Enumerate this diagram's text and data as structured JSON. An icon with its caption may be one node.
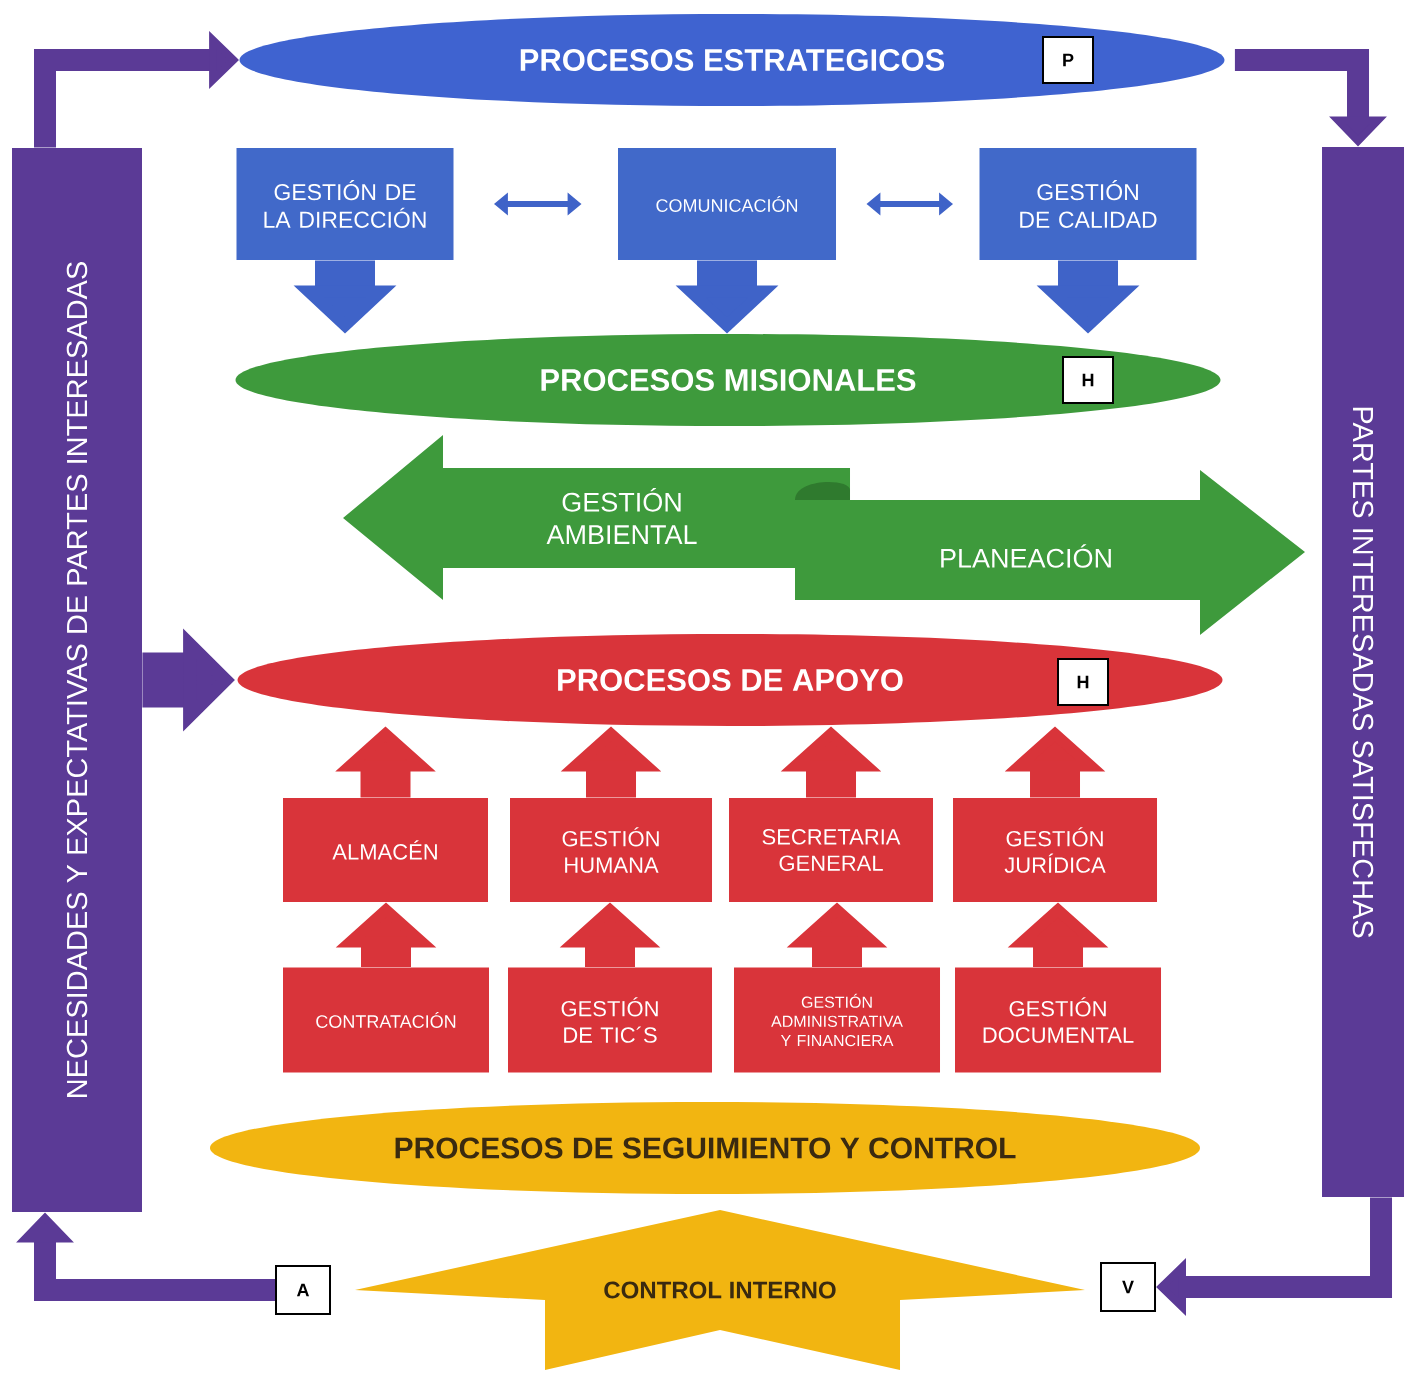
{
  "diagram": {
    "nodes": [
      {
        "text": [
          "NECESIDADES Y EXPECTATIVAS DE PARTES INTERESADAS"
        ]
      },
      {
        "text": [
          "PROCESOS ESTRATEGICOS"
        ]
      },
      {
        "text": [
          "P"
        ],
        "in": 1
      },
      {
        "text": [
          "PARTES INTERESADAS SATISFECHAS"
        ]
      },
      {
        "text": [
          "GESTIÓN DE LA DIRECCIÓN"
        ]
      },
      {
        "text": [
          "COMUNICACIÓN"
        ]
      },
      {
        "text": [
          "GESTIÓN DE CALIDAD"
        ]
      },
      {
        "text": [
          "PROCESOS MISIONALES"
        ]
      },
      {
        "text": [
          "H"
        ],
        "in": 7
      },
      {
        "text": [
          "GESTIÓN AMBIENTAL"
        ]
      },
      {
        "text": [
          "PLANEACIÓN"
        ]
      },
      {
        "text": [
          "PROCESOS DE APOYO"
        ]
      },
      {
        "text": [
          "H"
        ],
        "in": 11
      },
      {
        "text": [
          "ALMACÉN"
        ]
      },
      {
        "text": [
          "GESTIÓN HUMANA"
        ]
      },
      {
        "text": [
          "SECRETARIA GENERAL"
        ]
      },
      {
        "text": [
          "GESTIÓN JURÍDICA"
        ]
      },
      {
        "text": [
          "CONTRATACIÓN"
        ]
      },
      {
        "text": [
          "GESTIÓN DE TIC´S"
        ]
      },
      {
        "text": [
          "GESTIÓN ADMINISTRATIVA Y FINANCIERA"
        ]
      },
      {
        "text": [
          "GESTIÓN DOCUMENTAL"
        ]
      },
      {
        "text": [
          "PROCESOS DE SEGUIMIENTO Y CONTROL"
        ]
      },
      {
        "text": [
          "A"
        ]
      },
      {
        "text": [
          "CONTROL INTERNO"
        ]
      },
      {
        "text": [
          "V"
        ]
      }
    ],
    "edges": [
      {
        "from": 0,
        "to": 1,
        "arrow": "to",
        "color": "#5b3a96"
      },
      {
        "from": 1,
        "to": 3,
        "arrow": "to",
        "color": "#5b3a96"
      },
      {
        "from": 4,
        "to": 5,
        "arrow": "both",
        "color": "#3f63c8"
      },
      {
        "from": 5,
        "to": 6,
        "arrow": "both",
        "color": "#3f63c8"
      },
      {
        "from": 4,
        "to": 7,
        "arrow": "to",
        "color": "#3f63c8"
      },
      {
        "from": 5,
        "to": 7,
        "arrow": "to",
        "color": "#3f63c8"
      },
      {
        "from": 6,
        "to": 7,
        "arrow": "to",
        "color": "#3f63c8"
      },
      {
        "from": 0,
        "to": 11,
        "arrow": "to",
        "color": "#5b3a96"
      },
      {
        "from": 13,
        "to": 11,
        "arrow": "to"
      },
      {
        "from": 14,
        "to": 11,
        "arrow": "to"
      },
      {
        "from": 15,
        "to": 11,
        "arrow": "to"
      },
      {
        "from": 16,
        "to": 11,
        "arrow": "to"
      },
      {
        "from": 17,
        "to": 13,
        "arrow": "to"
      },
      {
        "from": 18,
        "to": 14,
        "arrow": "to"
      },
      {
        "from": 19,
        "to": 15,
        "arrow": "to"
      },
      {
        "from": 20,
        "to": 16,
        "arrow": "to"
      },
      {
        "from": 3,
        "to": 24,
        "arrow": "to",
        "color": "#5b3a96"
      },
      {
        "from": 22,
        "to": 0,
        "arrow": "to",
        "color": "#5b3a96"
      }
    ]
  }
}
